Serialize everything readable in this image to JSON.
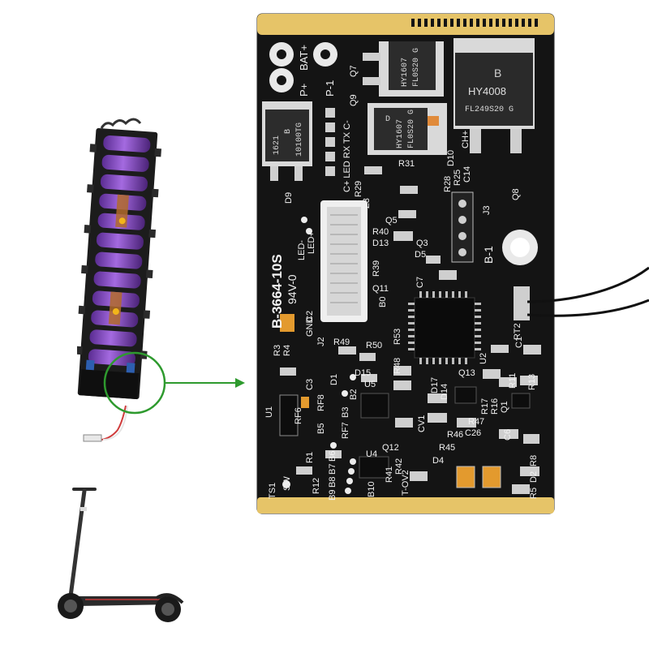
{
  "board": {
    "model": "B-3664-10S",
    "rating": "94V-0",
    "bat_plus": "BAT+",
    "p_plus": "P+",
    "p_minus": "P-1",
    "b_minus": "B-1",
    "led_plus": "LED+",
    "led_minus": "LED-",
    "connector_pins": "C+ LED RX TX C-",
    "gnd": "GND",
    "ch_plus": "CH+",
    "ts1": "TS1",
    "sw": "SW",
    "rt2": "RT2",
    "t_ov2": "T-OV2"
  },
  "chips": {
    "mosfet_right_line1": "HY4008",
    "mosfet_right_line2": "FL249S20 G",
    "mosfet_right_logo": "B",
    "mosfet_q7_line1": "HY1607",
    "mosfet_q7_line2": "FL0S20 G",
    "mosfet_q9_line1": "HY1607",
    "mosfet_q9_line2": "FL0S20 G",
    "mosfet_q9_logo": "D",
    "regulator_line1": "1621",
    "regulator_line2": "10100TG",
    "regulator_logo": "B"
  },
  "refs": {
    "q7": "Q7",
    "q9": "Q9",
    "q8": "Q8",
    "d9": "D9",
    "d10": "D10",
    "c14": "C14",
    "r25": "R25",
    "r28": "R28",
    "r29": "R29",
    "r31": "R31",
    "j3": "J3",
    "z3": "Z3",
    "r40": "R40",
    "q5": "Q5",
    "d13": "D13",
    "q3": "Q3",
    "r39": "R39",
    "q11": "Q11",
    "d5": "D5",
    "c7": "C7",
    "b0": "B0",
    "r50": "R50",
    "r49": "R49",
    "r53": "R53",
    "r48": "R48",
    "c2": "C2",
    "j2": "J2",
    "r3": "R3",
    "r4": "R4",
    "d15": "D15",
    "d1": "D1",
    "b2": "B2",
    "u5": "U5",
    "d17": "D17",
    "d14": "D14",
    "q13": "Q13",
    "u2": "U2",
    "r11": "R11",
    "r13": "R13",
    "c1": "C1",
    "q1": "Q1",
    "r16": "R16",
    "r17": "R17",
    "r47": "R47",
    "c3": "C3",
    "rf8": "RF8",
    "rf6": "RF6",
    "b5": "B5",
    "rf7": "RF7",
    "b3": "B3",
    "u1": "U1",
    "cv1": "CV1",
    "r46": "R46",
    "r45": "R45",
    "c6": "C6",
    "c26": "C26",
    "d10b": "D10",
    "q12": "Q12",
    "r1": "R1",
    "r12": "R12",
    "b6": "B6",
    "b7": "B7",
    "b8": "B8",
    "b9": "B9",
    "u4": "U4",
    "r41": "R41",
    "r42": "R42",
    "b10": "B10",
    "d4": "D4",
    "r8": "R8",
    "d2": "D2",
    "r5": "R5",
    "c5": "C5",
    "q3b": "Q3"
  },
  "colors": {
    "pcb": "#141414",
    "gold": "#e6c468",
    "battery_cell": "#8a4bc8",
    "arrow": "#2e9a2e"
  }
}
